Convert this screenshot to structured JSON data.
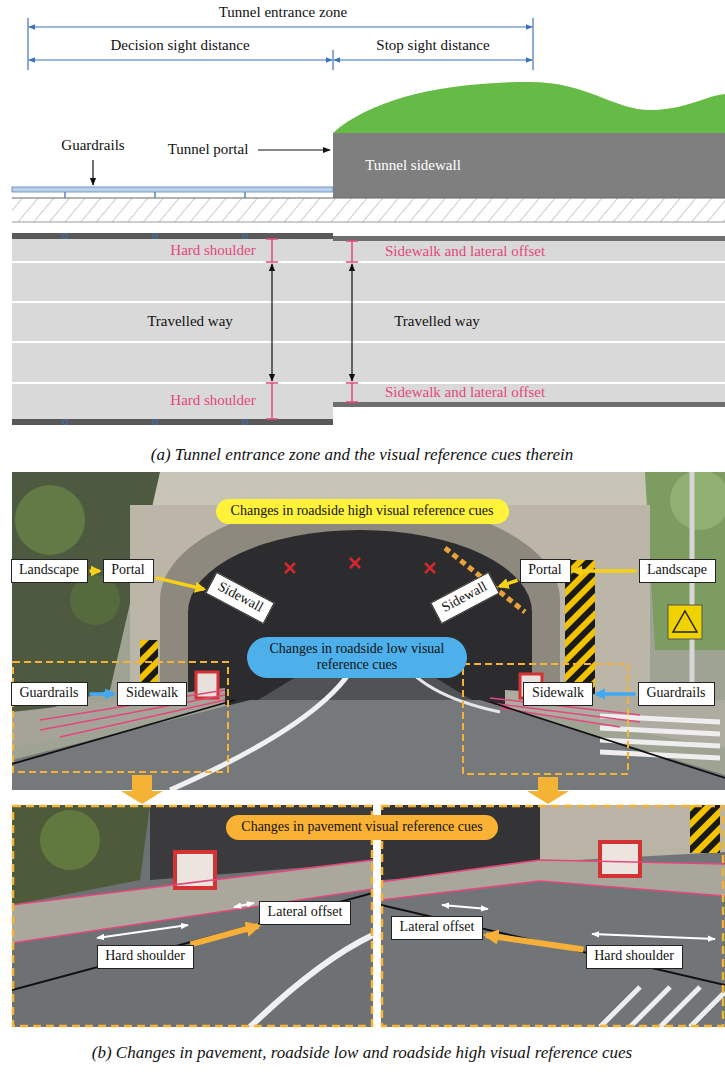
{
  "diagram": {
    "nodes": [
      {
        "text": [
          "Changes in roadside high visual reference cues"
        ]
      },
      {
        "text": [
          "Landscape"
        ]
      },
      {
        "text": [
          "Portal"
        ]
      },
      {
        "text": [
          "Sidewall"
        ]
      },
      {
        "text": [
          "Sidewall"
        ]
      },
      {
        "text": [
          "Portal"
        ]
      },
      {
        "text": [
          "Landscape"
        ]
      },
      {
        "text": [
          "Changes in roadside low visual reference cues"
        ]
      },
      {
        "text": [
          "Guardrails"
        ]
      },
      {
        "text": [
          "Sidewalk"
        ]
      },
      {
        "text": [
          "Sidewalk"
        ]
      },
      {
        "text": [
          "Guardrails"
        ]
      },
      {
        "text": [
          "Changes in pavement visual reference cues"
        ]
      },
      {
        "text": [
          "Hard shoulder"
        ]
      },
      {
        "text": [
          "Lateral offset"
        ]
      },
      {
        "text": [
          "Lateral offset"
        ]
      },
      {
        "text": [
          "Hard shoulder"
        ]
      }
    ],
    "edges": [
      {
        "from": 1,
        "to": 2,
        "arrow": "to"
      },
      {
        "from": 2,
        "to": 3,
        "arrow": "to"
      },
      {
        "from": 6,
        "to": 5,
        "arrow": "to"
      },
      {
        "from": 5,
        "to": 4,
        "arrow": "to"
      },
      {
        "from": 8,
        "to": 9,
        "arrow": "to"
      },
      {
        "from": 11,
        "to": 10,
        "arrow": "to"
      },
      {
        "from": 13,
        "to": 14,
        "arrow": "to"
      },
      {
        "from": 16,
        "to": 15,
        "arrow": "to"
      }
    ],
    "labels": [
      "Tunnel entrance zone",
      "Decision sight distance",
      "Stop sight distance",
      "Guardrails",
      "Tunnel portal",
      "Tunnel sidewall",
      "Hard shoulder",
      "Sidewalk and lateral offset",
      "Travelled way",
      "Travelled way",
      "Hard shoulder",
      "Sidewalk and lateral offset",
      "(a) Tunnel entrance zone and the visual reference cues therein",
      "(b) Changes in pavement, roadside low and roadside high visual reference cues"
    ]
  }
}
